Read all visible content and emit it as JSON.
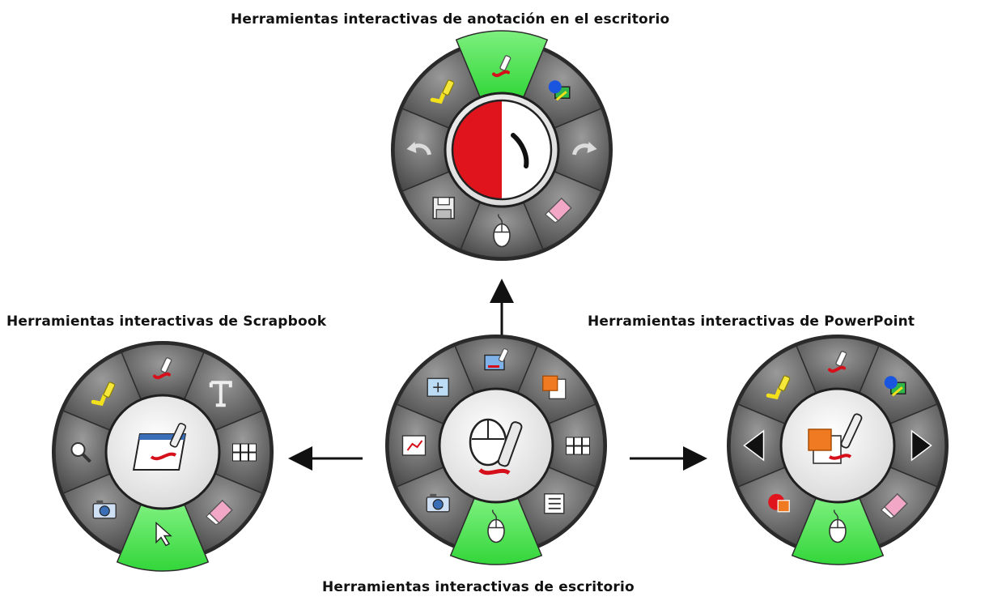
{
  "captions": {
    "annotation": "Herramientas interactivas de anotación en el escritorio",
    "scrapbook": "Herramientas interactivas de Scrapbook",
    "powerpoint": "Herramientas interactivas de PowerPoint",
    "desktop": "Herramientas interactivas de escritorio"
  },
  "colors": {
    "ring_dark": "#4a4a4a",
    "ring_light": "#9a9a9a",
    "active_green": "#33d63a",
    "center_red": "#e0141c",
    "hub_white": "#f4f4f4"
  },
  "wheels": {
    "annotation": {
      "segments": [
        "pen-tool",
        "shapes-tool",
        "redo-arrow",
        "eraser",
        "mouse-pointer",
        "save-disk",
        "undo-arrow",
        "highlighter"
      ],
      "active": "pen-tool",
      "center": "color-and-line-width"
    },
    "scrapbook": {
      "segments": [
        "pen-tool",
        "text-tool",
        "keypad-123-abc",
        "eraser",
        "select-pointer",
        "camera",
        "magnifier",
        "highlighter"
      ],
      "active": "select-pointer",
      "center": "scrapbook-app"
    },
    "desktop": {
      "segments": [
        "annotate-desktop",
        "powerpoint",
        "keypad-123-abc",
        "list-menu",
        "mouse-pointer",
        "camera",
        "chart-window",
        "crosshair-window"
      ],
      "active": "mouse-pointer",
      "center": "mouse-and-pen"
    },
    "powerpoint": {
      "segments": [
        "pen-tool",
        "shapes-tool",
        "next-slide",
        "eraser",
        "mouse-pointer",
        "stop-show",
        "previous-slide",
        "highlighter"
      ],
      "active": "mouse-pointer",
      "center": "powerpoint-pen"
    }
  }
}
